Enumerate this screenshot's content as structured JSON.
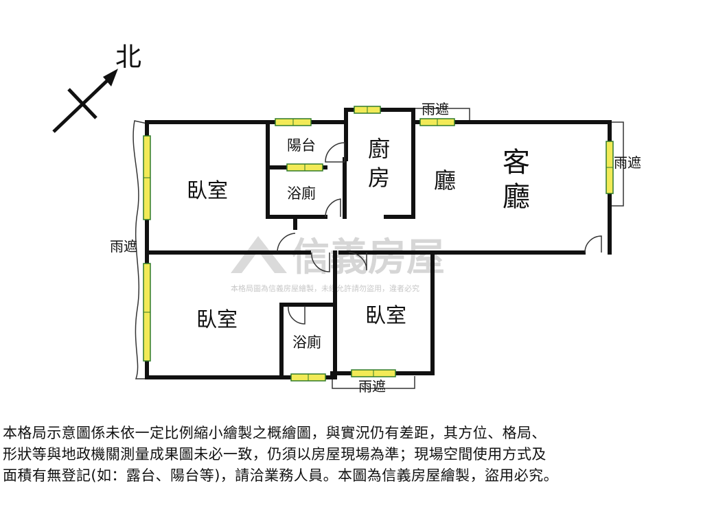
{
  "compass": {
    "north_label": "北"
  },
  "rooms": {
    "bedroom_top_left": "臥室",
    "balcony": "陽台",
    "bathroom_top": "浴廁",
    "kitchen_line1": "廚",
    "kitchen_line2": "房",
    "dining_hall": "廳",
    "living_line1": "客",
    "living_line2": "廳",
    "bedroom_bottom_left": "臥室",
    "bathroom_bottom": "浴廁",
    "bedroom_bottom_middle": "臥室"
  },
  "awnings": {
    "top": "雨遮",
    "right": "雨遮",
    "left": "雨遮",
    "bottom": "雨遮"
  },
  "watermark": {
    "brand": "信義房屋",
    "notice": "本格局圖為信義房屋繪製，未經允許請勿盜用，違者必究"
  },
  "disclaimer": {
    "line1": "本格局示意圖係未依一定比例縮小繪製之概繪圖，與實況仍有差距，其方位、格局、",
    "line2": "形狀等與地政機關測量成果圖未必一致，仍須以房屋現場為準；現場空間使用方式及",
    "line3": "面積有無登記(如：露台、陽台等)，請洽業務人員。本圖為信義房屋繪製，盜用必究。"
  },
  "colors": {
    "wall": "#111111",
    "window_fill": "#f2ea57",
    "window_edge": "#2f7a2a",
    "watermark": "#c9c9c9"
  }
}
